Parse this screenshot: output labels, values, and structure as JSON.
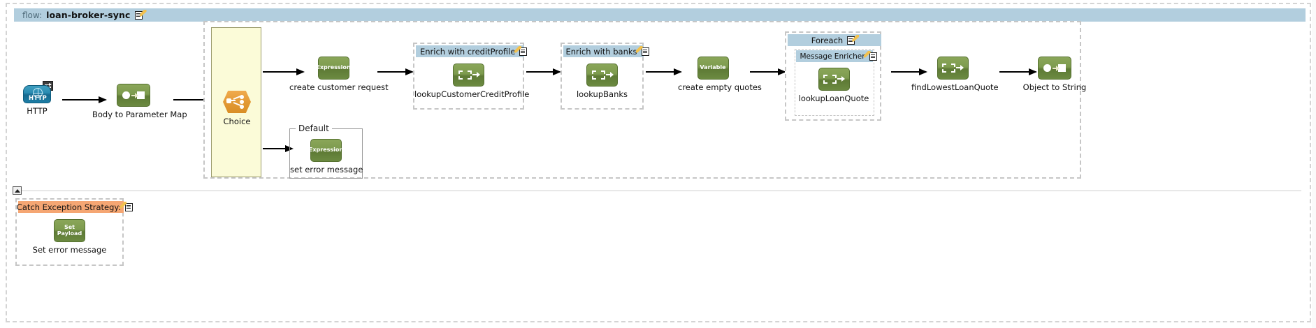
{
  "flow": {
    "key_label": "flow:",
    "name": "loan-broker-sync",
    "edit_icon": "edit-pencil-icon"
  },
  "nodes": {
    "http": {
      "label": "HTTP",
      "icon": "http-connector-icon",
      "badge": "request-response-badge-icon"
    },
    "body_to_param": {
      "label": "Body to Parameter Map",
      "icon": "transformer-icon"
    },
    "choice": {
      "label": "Choice",
      "icon": "choice-router-icon"
    },
    "create_customer_request": {
      "label": "create customer request",
      "icon_text": "Expression",
      "icon": "expression-icon"
    },
    "set_error_message_default": {
      "label": "set error message",
      "icon_text": "Expression",
      "icon": "expression-icon"
    },
    "lookup_customer_credit_profile": {
      "label": "lookupCustomerCreditProfile",
      "icon": "flow-ref-icon"
    },
    "lookup_banks": {
      "label": "lookupBanks",
      "icon": "flow-ref-icon"
    },
    "create_empty_quotes": {
      "label": "create empty quotes",
      "icon_text": "Variable",
      "icon": "variable-icon"
    },
    "lookup_loan_quote": {
      "label": "lookupLoanQuote",
      "icon": "flow-ref-icon"
    },
    "find_lowest_loan_quote": {
      "label": "findLowestLoanQuote",
      "icon": "flow-ref-icon"
    },
    "object_to_string": {
      "label": "Object to String",
      "icon": "transformer-icon"
    },
    "set_error_message_catch": {
      "label": "Set error message",
      "icon_text_line1": "Set",
      "icon_text_line2": "Payload",
      "icon": "set-payload-icon"
    }
  },
  "scopes": {
    "enrich_credit_profile": {
      "title": "Enrich with creditProfile"
    },
    "enrich_banks": {
      "title": "Enrich with banks"
    },
    "foreach": {
      "title": "Foreach"
    },
    "message_enricher": {
      "title": "Message Enricher"
    },
    "default_group": {
      "title": "Default"
    },
    "catch_exception": {
      "title": "Catch Exception Strategy:"
    }
  },
  "colors": {
    "header_blue": "#b2cede",
    "header_orange": "#f5a673",
    "choice_yellow": "#fbfbd8",
    "icon_green": "#6b8a41",
    "choice_orange": "#e39a36",
    "http_blue": "#1d7ea6",
    "scope_border": "#c6c6c6"
  }
}
